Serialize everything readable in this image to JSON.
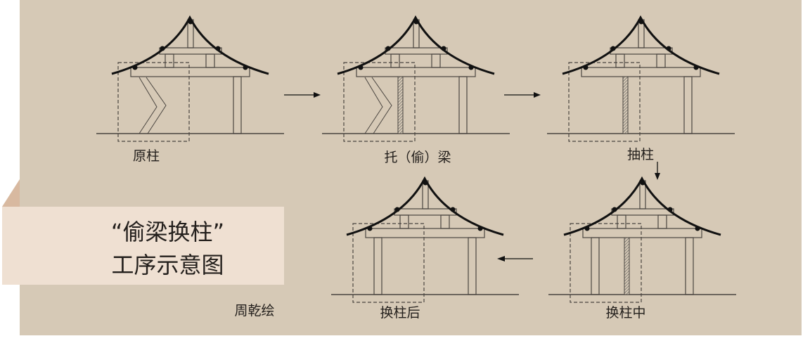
{
  "title": {
    "line1": "“偷梁换柱”",
    "line2": "工序示意图"
  },
  "credit": "周乾绘",
  "steps": [
    {
      "label": "原柱"
    },
    {
      "label": "托（偷）梁"
    },
    {
      "label": "抽柱"
    },
    {
      "label": "换柱中"
    },
    {
      "label": "换柱后"
    }
  ],
  "colors": {
    "panel": "#d6c9b6",
    "band": "#efe0d2",
    "ink": "#231f1c"
  }
}
